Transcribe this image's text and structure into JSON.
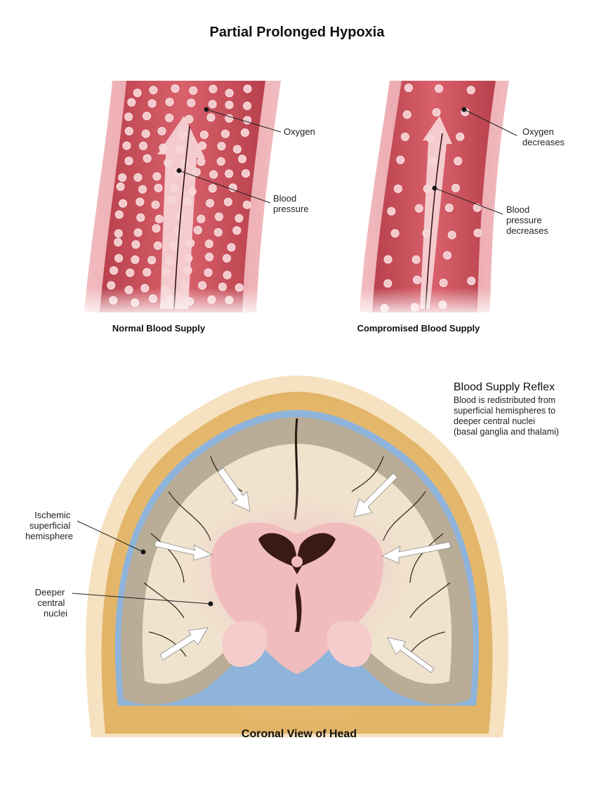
{
  "title": "Partial Prolonged Hypoxia",
  "vessels": {
    "normal": {
      "caption": "Normal Blood Supply",
      "oxygen_label": "Oxygen",
      "pressure_label_lines": [
        "Blood",
        "pressure"
      ]
    },
    "compromised": {
      "caption": "Compromised Blood Supply",
      "oxygen_label_lines": [
        "Oxygen",
        "decreases"
      ],
      "pressure_label_lines": [
        "Blood",
        "pressure",
        "decreases"
      ]
    }
  },
  "reflex": {
    "heading": "Blood Supply Reflex",
    "lines": [
      "Blood is redistributed from",
      "superficial hemispheres to",
      "deeper central nuclei",
      "(basal ganglia and thalami)"
    ]
  },
  "brain_labels": {
    "ischemic_lines": [
      "Ischemic",
      "superficial",
      "hemisphere"
    ],
    "deeper_lines": [
      "Deeper",
      "central",
      "nuclei"
    ]
  },
  "coronal_caption": "Coronal View of Head",
  "colors": {
    "vessel_wall": "#e8a0a6",
    "vessel_lumen": "#c84b55",
    "oxygen_bubble": "#f3c9cc",
    "pressure_arrow": "#f6d3d5",
    "skull": "#f2dcb4",
    "bone": "#e6c07a",
    "dura": "#8fb4dc",
    "cortex": "#c8bca8",
    "white_matter": "#efe4d0",
    "nuclei": "#f0b8b8",
    "ventricle": "#3a1a14"
  }
}
